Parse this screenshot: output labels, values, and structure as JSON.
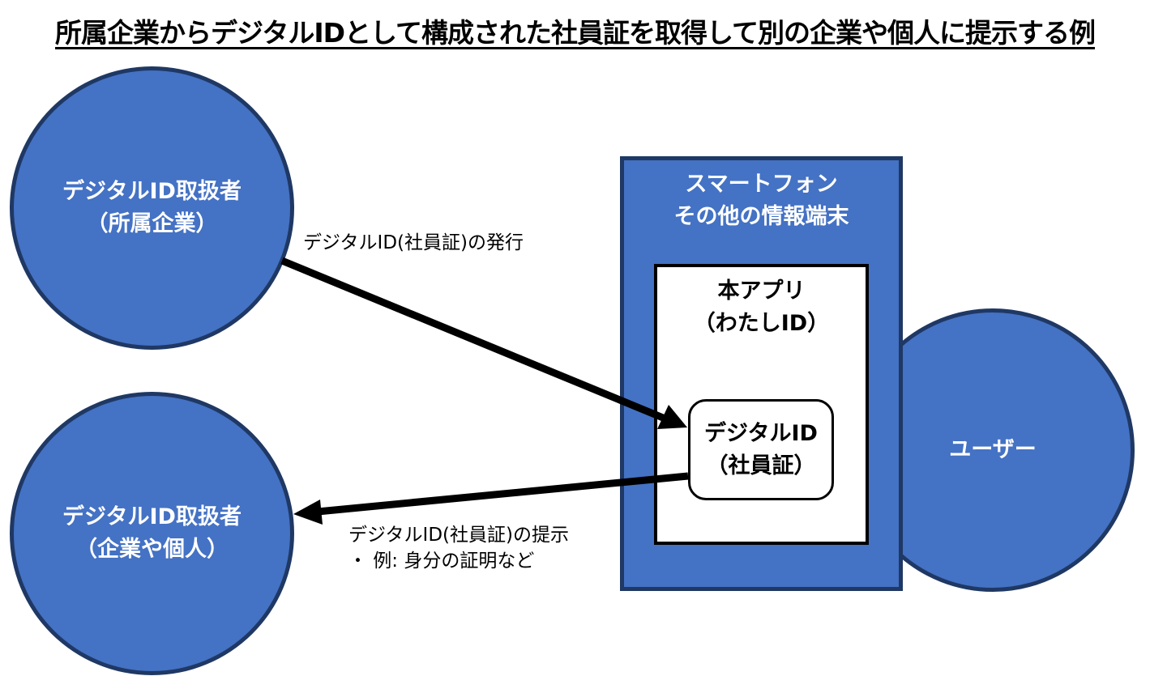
{
  "title": "所属企業からデジタルIDとして構成された社員証を取得して別の企業や個人に提示する例",
  "nodes": {
    "issuer": {
      "line1": "デジタルID取扱者",
      "line2": "（所属企業）"
    },
    "verifier": {
      "line1": "デジタルID取扱者",
      "line2": "（企業や個人）"
    },
    "device": {
      "line1": "スマートフォン",
      "line2": "その他の情報端末"
    },
    "app": {
      "line1": "本アプリ",
      "line2": "（わたしID）"
    },
    "credential": {
      "line1": "デジタルID",
      "line2": "（社員証）"
    },
    "user": {
      "label": "ユーザー"
    }
  },
  "edges": {
    "issue": {
      "label": "デジタルID(社員証)の発行"
    },
    "present": {
      "label": "デジタルID(社員証)の提示",
      "note": "・ 例:  身分の証明など"
    }
  },
  "colors": {
    "node_fill": "#4472c4",
    "node_border": "#1f3864",
    "arrow": "#000000"
  }
}
